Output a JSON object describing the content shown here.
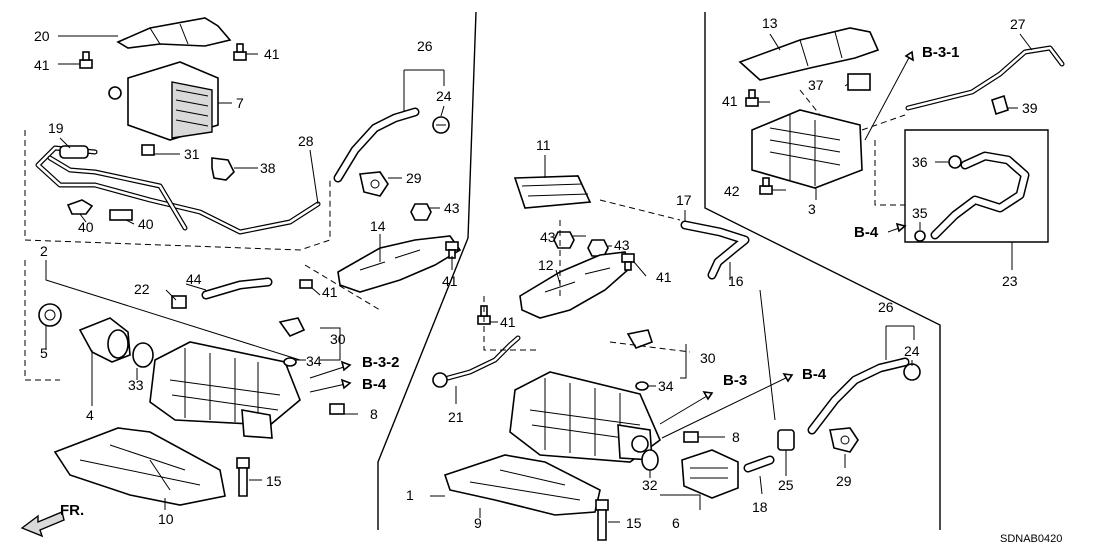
{
  "diagram": {
    "drawing_code": "SDNAB0420",
    "direction_label": "FR.",
    "callouts": [
      "20",
      "41",
      "41",
      "26",
      "24",
      "7",
      "19",
      "31",
      "38",
      "28",
      "29",
      "40",
      "40",
      "43",
      "14",
      "41",
      "41",
      "2",
      "44",
      "22",
      "5",
      "30",
      "34",
      "33",
      "4",
      "8",
      "15",
      "10",
      "11",
      "43",
      "43",
      "17",
      "12",
      "41",
      "16",
      "41",
      "30",
      "34",
      "21",
      "32",
      "8",
      "6",
      "9",
      "1",
      "15",
      "18",
      "25",
      "13",
      "27",
      "37",
      "41",
      "39",
      "36",
      "42",
      "3",
      "35",
      "23",
      "26",
      "24",
      "29",
      "B-3-1",
      "B-3-2",
      "B-4",
      "B-3",
      "B-4",
      "B-4"
    ]
  }
}
